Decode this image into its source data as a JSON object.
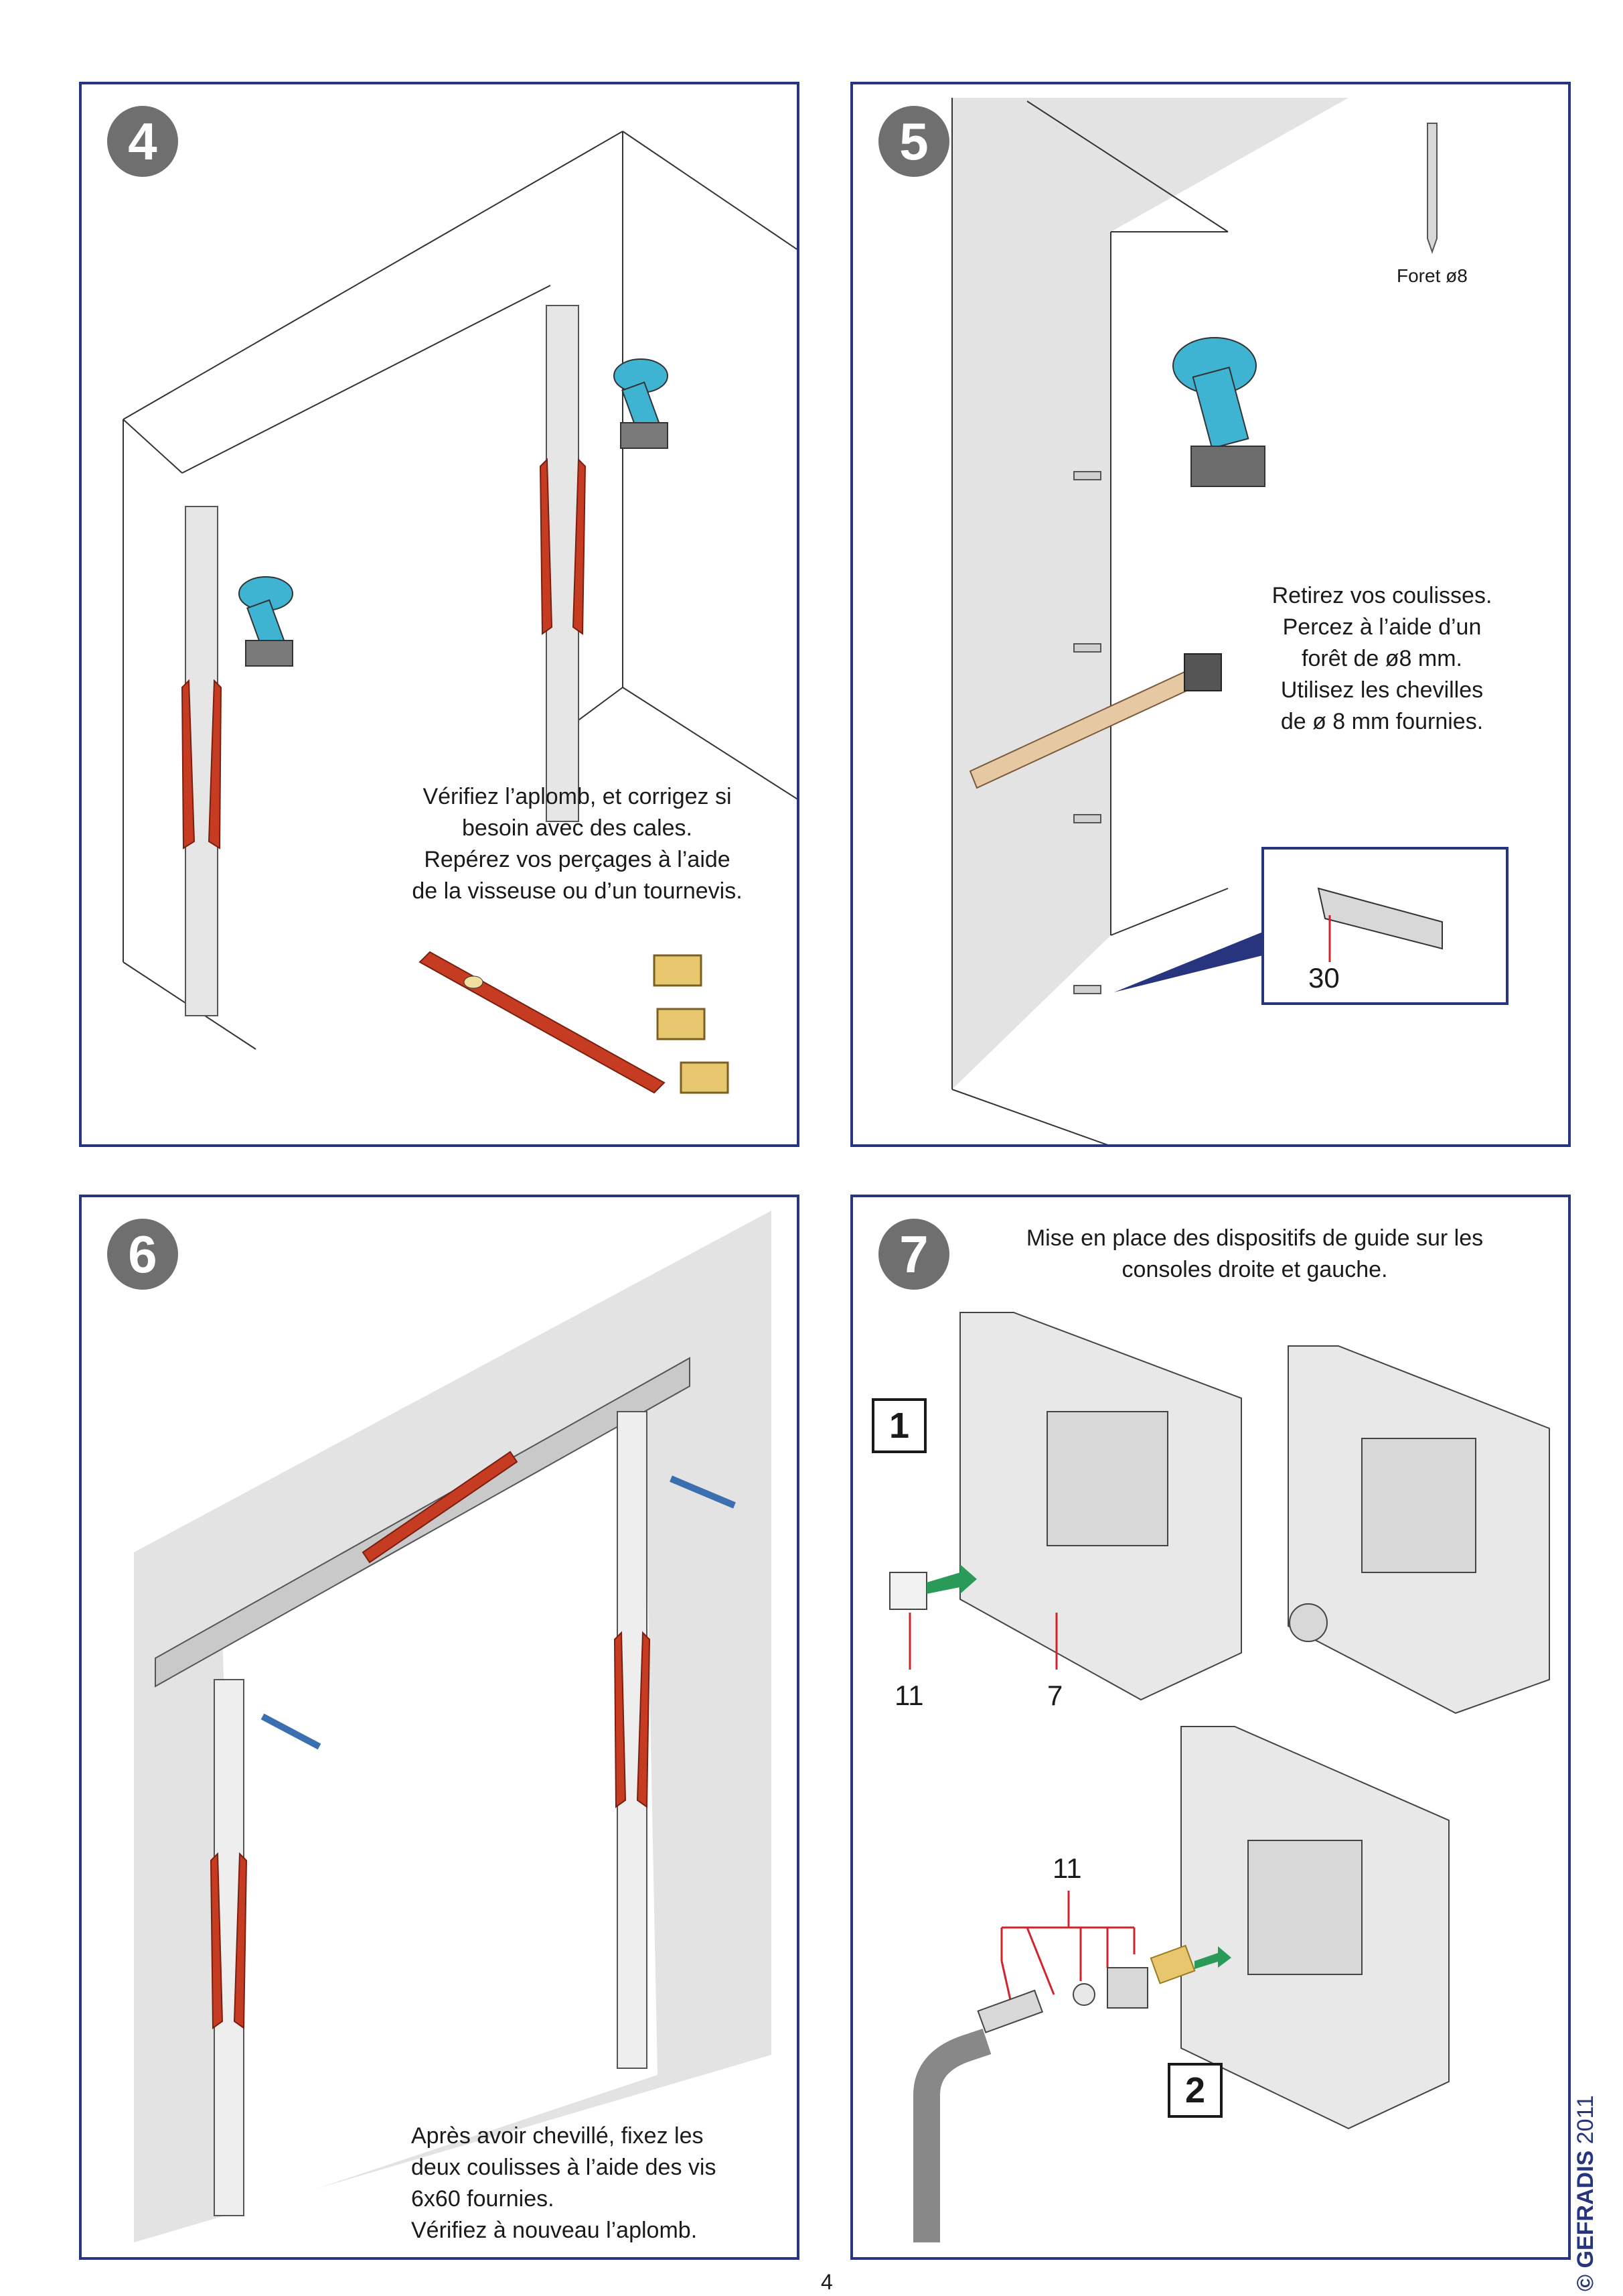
{
  "page_number": "4",
  "brand": {
    "copyright_symbol": "©",
    "name": "GEFRADIS",
    "year": "2011",
    "color": "#27357e"
  },
  "colors": {
    "frame": "#27357e",
    "badge": "#6f6f6f",
    "tool_red": "#c63c22",
    "drill_blue": "#3fb3d2",
    "arrow_green": "#2a9a58",
    "callout_red": "#d2232a"
  },
  "steps": [
    {
      "number": "4",
      "text": [
        "Vérifiez l’aplomb, et corrigez si",
        "besoin avec des cales.",
        "Repérez vos perçages à l’aide",
        "de la visseuse ou d’un tournevis."
      ]
    },
    {
      "number": "5",
      "text": [
        "Retirez vos coulisses.",
        "Percez à l’aide d’un",
        "forêt de ø8 mm.",
        "Utilisez les chevilles",
        "de ø 8 mm fournies."
      ],
      "drill_bit_label": "Foret ø8",
      "part_label": "30"
    },
    {
      "number": "6",
      "text": [
        "Après avoir chevillé, fixez les",
        "deux coulisses à l’aide des vis",
        "6x60 fournies.",
        "Vérifiez à nouveau l’aplomb."
      ]
    },
    {
      "number": "7",
      "text": [
        "Mise en place des dispositifs de guide sur les",
        "consoles droite et gauche."
      ],
      "box_labels": [
        "1",
        "2"
      ],
      "part_labels": [
        "11",
        "7",
        "11"
      ]
    }
  ]
}
